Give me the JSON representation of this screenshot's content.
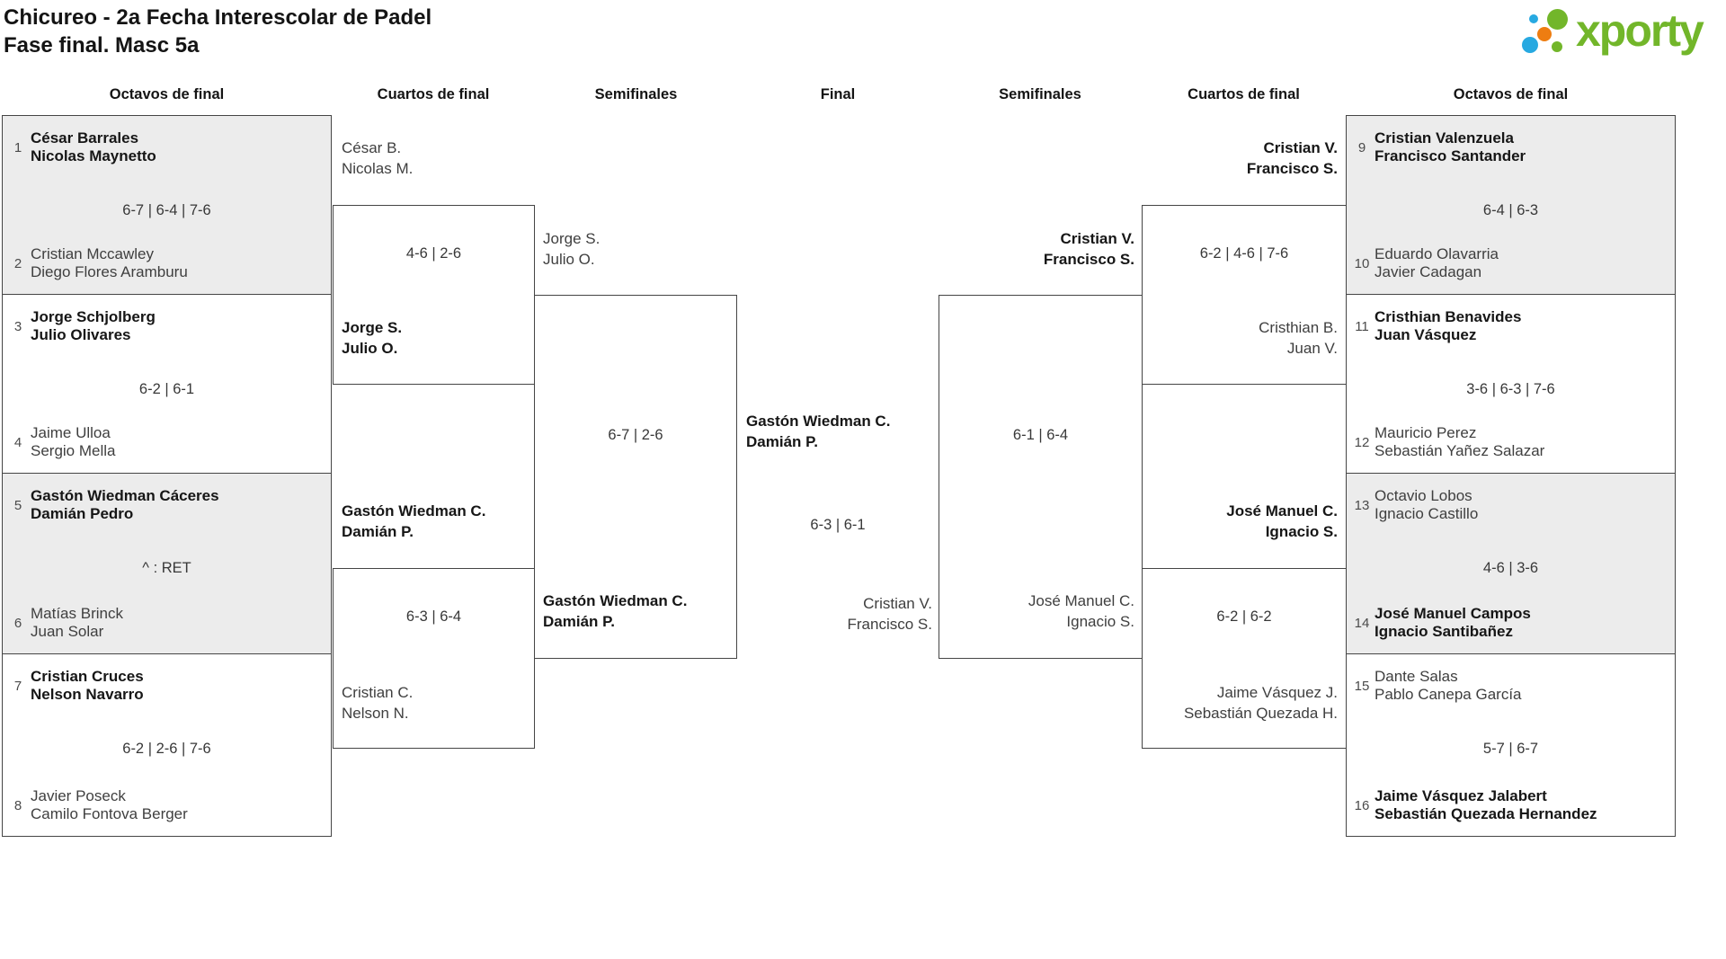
{
  "title": {
    "line1": "Chicureo - 2a Fecha Interescolar de Padel",
    "line2": "Fase final. Masc 5a"
  },
  "logo": {
    "brand": "xporty"
  },
  "colors": {
    "brand_green": "#72b62a",
    "brand_blue": "#27a9e1",
    "brand_orange": "#ee7d11",
    "box_fill": "#ececec",
    "border": "#454545"
  },
  "rounds": [
    "Octavos de final",
    "Cuartos de final",
    "Semifinales",
    "Final",
    "Semifinales",
    "Cuartos de final",
    "Octavos de final"
  ],
  "octavos": [
    {
      "s1": "1",
      "t1a": "César Barrales",
      "t1b": "Nicolas Maynetto",
      "w1": true,
      "score": "6-7 | 6-4 | 7-6",
      "s2": "2",
      "t2a": "Cristian Mccawley",
      "t2b": "Diego Flores Aramburu",
      "w2": false
    },
    {
      "s1": "3",
      "t1a": "Jorge Schjolberg",
      "t1b": "Julio Olivares",
      "w1": true,
      "score": "6-2 | 6-1",
      "s2": "4",
      "t2a": "Jaime Ulloa",
      "t2b": "Sergio Mella",
      "w2": false
    },
    {
      "s1": "5",
      "t1a": "Gastón Wiedman Cáceres",
      "t1b": "Damián Pedro",
      "w1": true,
      "score": "^ : RET",
      "s2": "6",
      "t2a": "Matías Brinck",
      "t2b": "Juan Solar",
      "w2": false
    },
    {
      "s1": "7",
      "t1a": "Cristian Cruces",
      "t1b": "Nelson Navarro",
      "w1": true,
      "score": "6-2 | 2-6 | 7-6",
      "s2": "8",
      "t2a": "Javier Poseck",
      "t2b": "Camilo Fontova Berger",
      "w2": false
    },
    {
      "s1": "9",
      "t1a": "Cristian Valenzuela",
      "t1b": "Francisco Santander",
      "w1": true,
      "score": "6-4 | 6-3",
      "s2": "10",
      "t2a": "Eduardo Olavarria",
      "t2b": "Javier Cadagan",
      "w2": false
    },
    {
      "s1": "11",
      "t1a": "Cristhian Benavides",
      "t1b": "Juan Vásquez",
      "w1": true,
      "score": "3-6 | 6-3 | 7-6",
      "s2": "12",
      "t2a": "Mauricio Perez",
      "t2b": "Sebastián Yañez Salazar",
      "w2": false
    },
    {
      "s1": "13",
      "t1a": "Octavio Lobos",
      "t1b": "Ignacio Castillo",
      "w1": false,
      "score": "4-6 | 3-6",
      "s2": "14",
      "t2a": "José Manuel Campos",
      "t2b": "Ignacio Santibañez",
      "w2": true
    },
    {
      "s1": "15",
      "t1a": "Dante Salas",
      "t1b": "Pablo Canepa García",
      "w1": false,
      "score": "5-7 | 6-7",
      "s2": "16",
      "t2a": "Jaime Vásquez Jalabert",
      "t2b": "Sebastián Quezada Hernandez",
      "w2": true
    }
  ],
  "cuartos": [
    {
      "t1a": "César B.",
      "t1b": "Nicolas M.",
      "w1": false,
      "score": "4-6 | 2-6",
      "t2a": "Jorge S.",
      "t2b": "Julio O.",
      "w2": true
    },
    {
      "t1a": "Gastón Wiedman C.",
      "t1b": "Damián P.",
      "w1": true,
      "score": "6-3 | 6-4",
      "t2a": "Cristian C.",
      "t2b": "Nelson N.",
      "w2": false
    },
    {
      "t1a": "Cristian V.",
      "t1b": "Francisco S.",
      "w1": true,
      "score": "6-2 | 4-6 | 7-6",
      "t2a": "Cristhian B.",
      "t2b": "Juan V.",
      "w2": false
    },
    {
      "t1a": "José Manuel C.",
      "t1b": "Ignacio S.",
      "w1": true,
      "score": "6-2 | 6-2",
      "t2a": "Jaime Vásquez J.",
      "t2b": "Sebastián Quezada H.",
      "w2": false
    }
  ],
  "semis": [
    {
      "t1a": "Jorge S.",
      "t1b": "Julio O.",
      "w1": false,
      "score": "6-7 | 2-6",
      "t2a": "Gastón Wiedman C.",
      "t2b": "Damián P.",
      "w2": true
    },
    {
      "t1a": "Cristian V.",
      "t1b": "Francisco S.",
      "w1": true,
      "score": "6-1 | 6-4",
      "t2a": "José Manuel C.",
      "t2b": "Ignacio S.",
      "w2": false
    }
  ],
  "final": {
    "t1a": "Gastón Wiedman C.",
    "t1b": "Damián P.",
    "w1": true,
    "score": "6-3 | 6-1",
    "t2a": "Cristian V.",
    "t2b": "Francisco S.",
    "w2": false
  }
}
